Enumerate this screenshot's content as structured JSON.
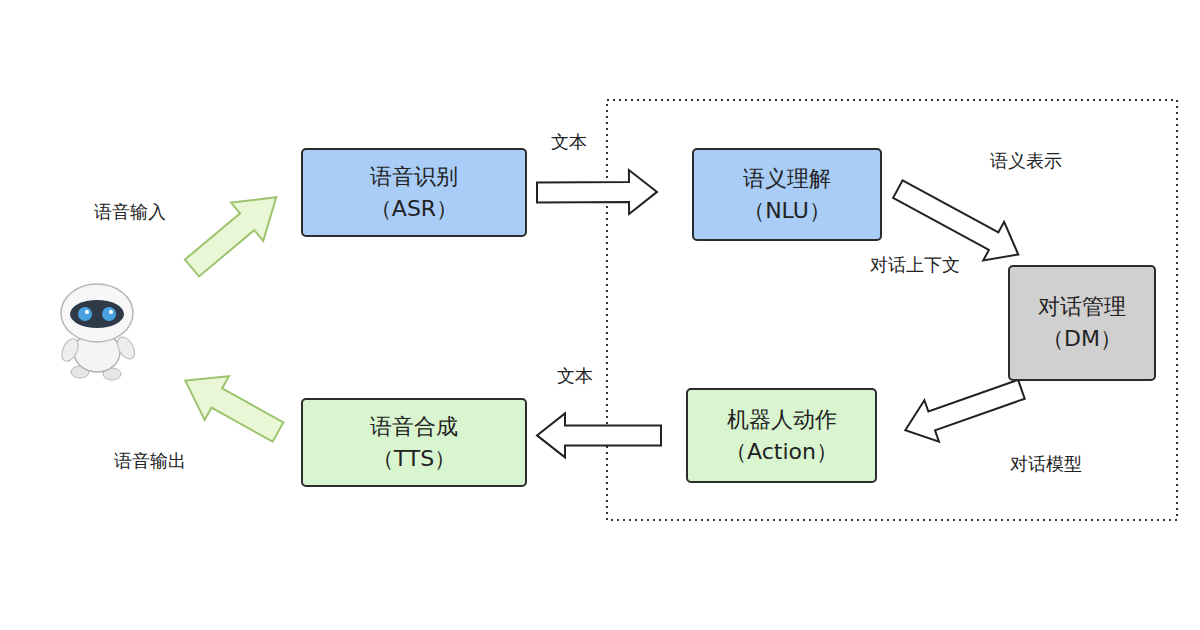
{
  "diagram": {
    "nodes": [
      {
        "text": [
          "语音识别 （ASR）"
        ]
      },
      {
        "text": [
          "语义理解 （NLU）"
        ]
      },
      {
        "text": [
          "对话管理 （DM）"
        ]
      },
      {
        "text": [
          "机器人动作 （Action）"
        ]
      },
      {
        "text": [
          "语音合成 （TTS）"
        ]
      }
    ],
    "edges": [
      {
        "from": 0,
        "to": 1,
        "label": "文本",
        "arrow": "to"
      },
      {
        "from": 1,
        "to": 2,
        "label": "语义表示",
        "arrow": "to"
      },
      {
        "from": 2,
        "to": 3,
        "label": "对话模型",
        "arrow": "to"
      },
      {
        "from": 3,
        "to": 4,
        "label": "文本",
        "arrow": "to"
      }
    ],
    "labels": [
      "语音输入",
      "语音输出",
      "对话上下文"
    ]
  }
}
